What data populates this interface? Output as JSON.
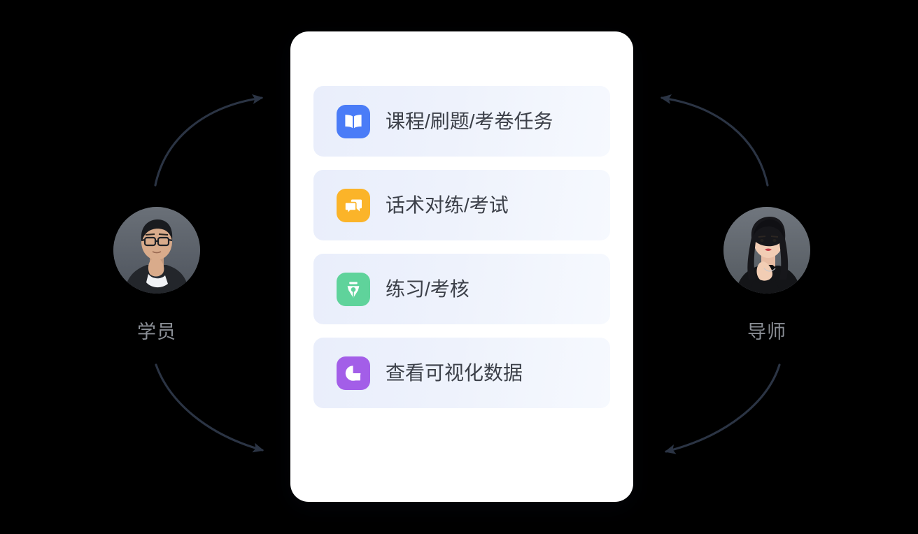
{
  "personas": {
    "left": {
      "name": "学员",
      "avatar_icon": "student-avatar-male"
    },
    "right": {
      "name": "导师",
      "avatar_icon": "mentor-avatar-female"
    }
  },
  "panel": {
    "rows": [
      {
        "label": "课程/刷题/考卷任务",
        "icon": "book-icon",
        "icon_bg": "#4a7cf7",
        "card_bg": "#e9eefb"
      },
      {
        "label": "话术对练/考试",
        "icon": "chat-bubbles-icon",
        "icon_bg": "#fbb429",
        "card_bg": "#eaeffb"
      },
      {
        "label": "练习/考核",
        "icon": "pen-nib-icon",
        "icon_bg": "#5fd39b",
        "card_bg": "#eaeffb"
      },
      {
        "label": "查看可视化数据",
        "icon": "pie-chart-icon",
        "icon_bg": "#a35ee8",
        "card_bg": "#eaeffb"
      }
    ]
  },
  "arrows": [
    {
      "name": "arrow-student-to-panel-top",
      "direction": "right",
      "color": "#2b3444"
    },
    {
      "name": "arrow-panel-to-student-bottom",
      "direction": "right",
      "color": "#2b3444"
    },
    {
      "name": "arrow-mentor-to-panel-top",
      "direction": "left",
      "color": "#2b3444"
    },
    {
      "name": "arrow-panel-to-mentor-bottom",
      "direction": "left",
      "color": "#2b3444"
    }
  ],
  "colors": {
    "background": "#000000",
    "panel": "#ffffff",
    "row_text": "#3c4049",
    "persona_text": "#8b8f96",
    "arrow": "#2b3444"
  }
}
